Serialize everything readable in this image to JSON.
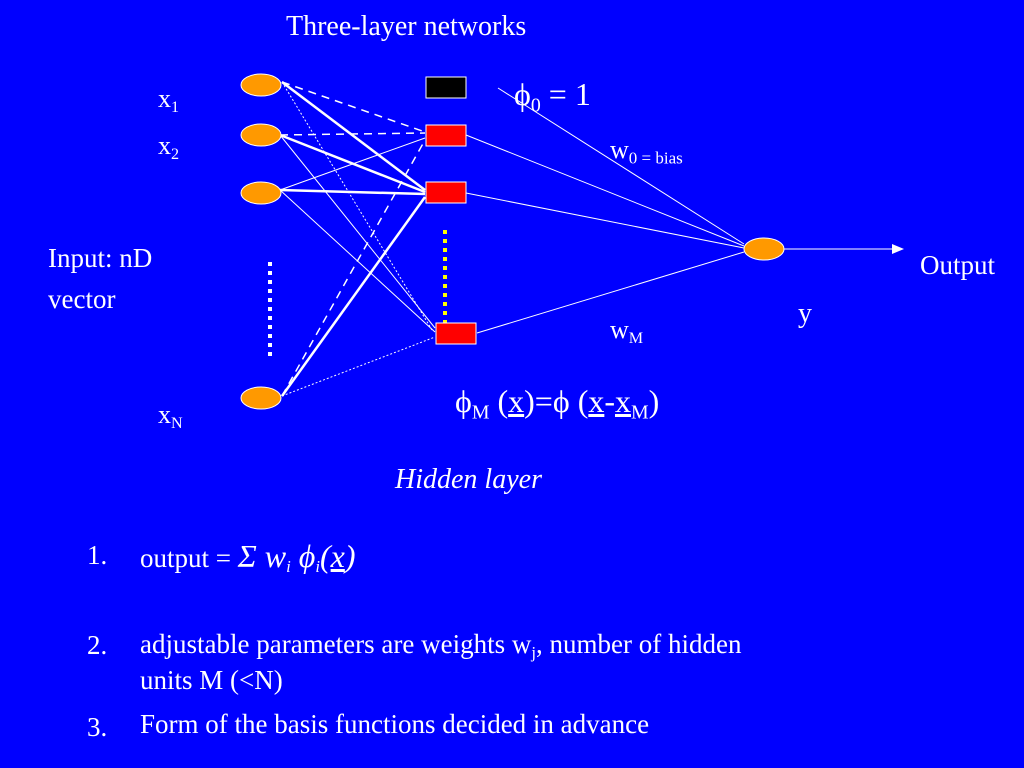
{
  "title": "Three-layer networks",
  "input": {
    "x1": {
      "base": "x",
      "sub": "1"
    },
    "x2": {
      "base": "x",
      "sub": "2"
    },
    "xN": {
      "base": "x",
      "sub": "N"
    },
    "label_line1": "Input: nD",
    "label_line2": "vector"
  },
  "bias": {
    "phi": "ϕ",
    "sub": "0",
    "rest": " = 1",
    "weight_base": "w",
    "weight_sub": "0 = bias"
  },
  "weight_M": {
    "base": "w",
    "sub": "M"
  },
  "output_label": "Output",
  "y_label": "y",
  "basis": {
    "phi1": "ϕ",
    "sub1": "M",
    "open": " (",
    "x1": "x",
    "mid": ")=",
    "phi2": "ϕ",
    "open2": " (",
    "x2": "x",
    "minus": "-",
    "x3": "x",
    "sub2": "M",
    "close": ")"
  },
  "hidden_label": "Hidden layer",
  "list": {
    "item1": {
      "num": "1.",
      "text": "output = ",
      "sigma": "Σ",
      "w": " w",
      "w_sub": "i",
      "phi": " ϕ",
      "phi_sub": "i",
      "open": "(",
      "x": "x",
      "close": ")"
    },
    "item2": {
      "num": "2.",
      "text_a": "adjustable parameters are weights w",
      "sub": "j",
      "text_b": ", number of hidden",
      "line2": "units M (<N)"
    },
    "item3": {
      "num": "3.",
      "text": "Form of the basis functions decided in advance"
    }
  },
  "colors": {
    "background": "#0000ff",
    "input_node": "#ff9900",
    "hidden_node": "#ff0000",
    "bias_node": "#000000",
    "dots_input": "#ffffff",
    "dots_hidden": "#ffff00"
  }
}
